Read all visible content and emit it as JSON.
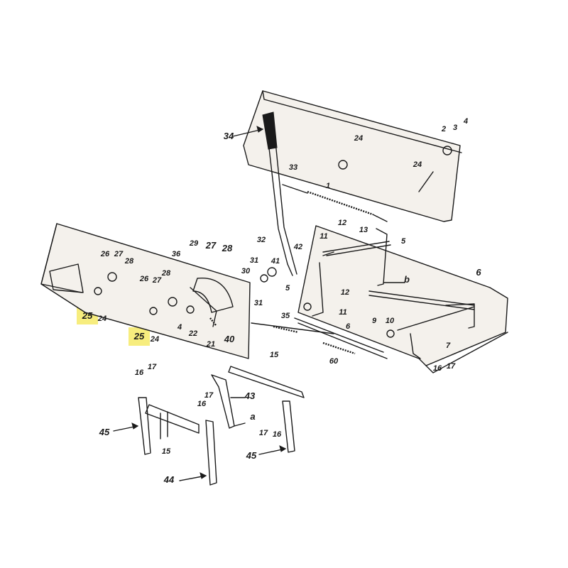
{
  "highlight_color": "#f7ed7e",
  "highlights": [
    "25",
    "25"
  ],
  "labels": [
    "34",
    "24",
    "2",
    "3",
    "4",
    "33",
    "24",
    "1",
    "12",
    "13",
    "5",
    "11",
    "42",
    "32",
    "31",
    "30",
    "41",
    "5",
    "29",
    "27",
    "28",
    "36",
    "26",
    "27",
    "28",
    "26",
    "28",
    "27",
    "25",
    "24",
    "25",
    "24",
    "22",
    "4",
    "21",
    "40",
    "12",
    "11",
    "35",
    "31",
    "9",
    "10",
    "6",
    "b",
    "7",
    "16",
    "17",
    "6",
    "60",
    "15",
    "16",
    "17",
    "17",
    "16",
    "43",
    "a",
    "17",
    "16",
    "45",
    "15",
    "44",
    "45"
  ]
}
